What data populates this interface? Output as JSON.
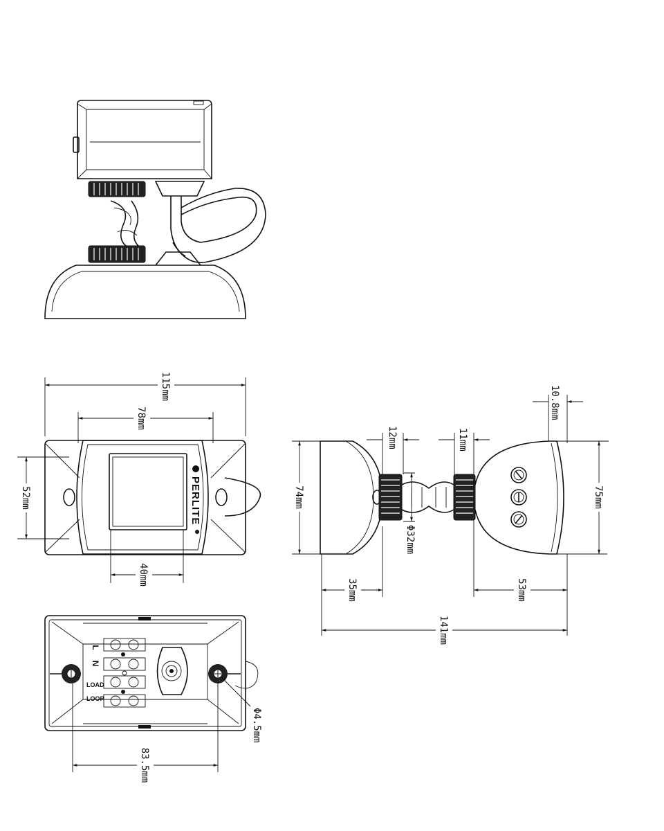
{
  "brand": "PERLITE",
  "front_view": {
    "width_total": "115mm",
    "width_inner": "78mm",
    "height_mount": "52mm",
    "window_width": "40mm"
  },
  "back_view": {
    "hole_spacing": "83.5mm",
    "hole_diameter": "Φ4.5mm",
    "terminals": [
      "L",
      "N",
      "LOAD",
      "LOOP"
    ]
  },
  "side_view": {
    "depth_base": "12mm",
    "depth_nut": "11mm",
    "lens_depth": "10.8mm",
    "base_height": "74mm",
    "head_height": "75mm",
    "stem_diameter": "Φ32mm",
    "base_depth": "35mm",
    "head_depth": "53mm",
    "total_length": "141mm"
  }
}
